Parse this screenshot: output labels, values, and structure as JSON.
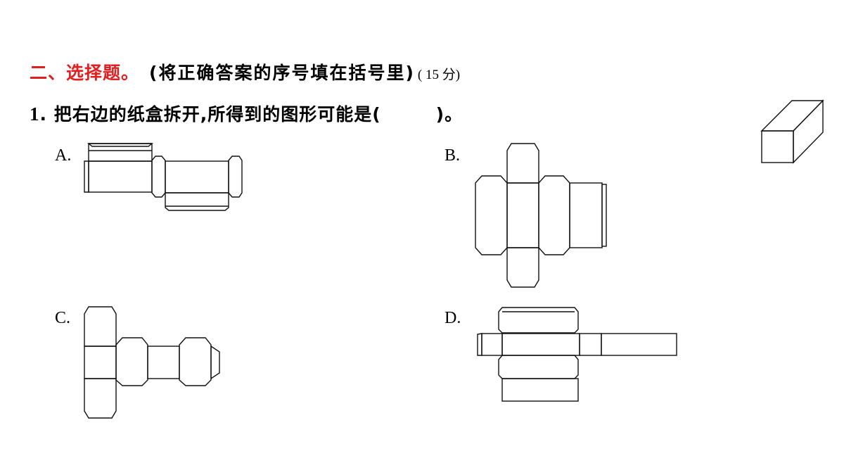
{
  "section": {
    "prefix": "二、选择题。",
    "instruction": "(将正确答案的序号填在括号里)",
    "score": "( 15 分)"
  },
  "question": {
    "number": "1",
    "text_before": ". 把右边的纸盒拆开,所得到的图形可能是(",
    "text_after": ")。"
  },
  "options": [
    {
      "label": "A."
    },
    {
      "label": "B."
    },
    {
      "label": "C."
    },
    {
      "label": "D."
    }
  ],
  "colors": {
    "heading_red": "#e02020",
    "text": "#000000"
  }
}
